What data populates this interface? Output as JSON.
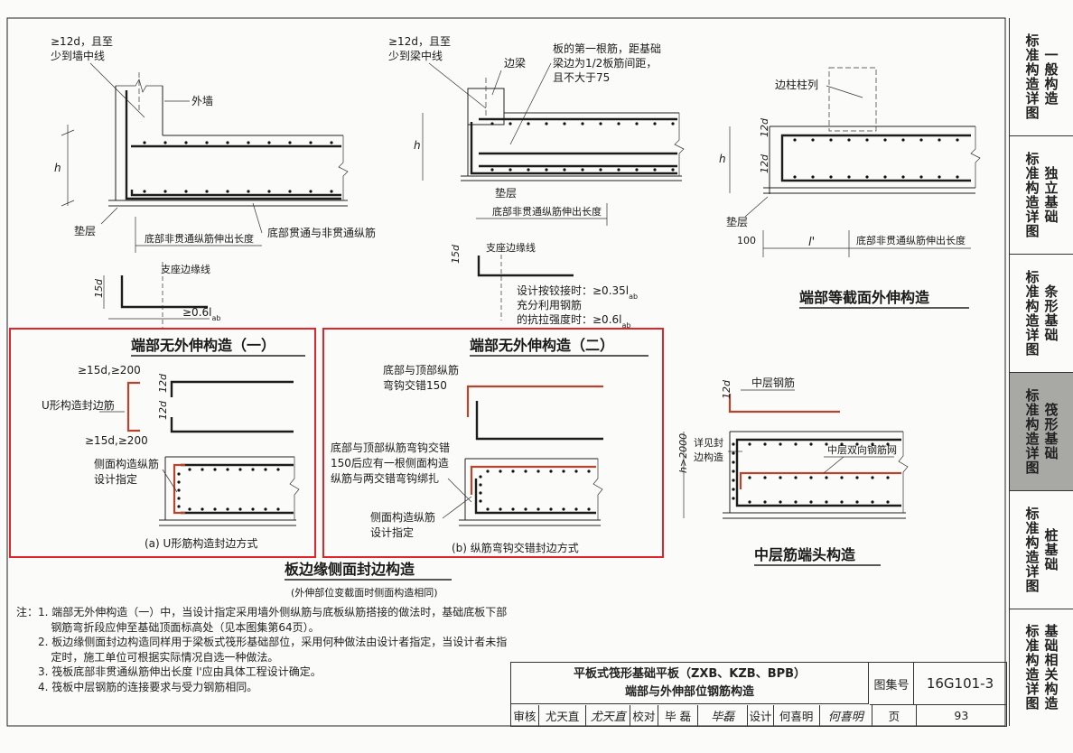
{
  "tabs": [
    {
      "left": "标准构造详图",
      "right": "一般构造",
      "active": false
    },
    {
      "left": "标准构造详图",
      "right": "独立基础",
      "active": false
    },
    {
      "left": "标准构造详图",
      "right": "条形基础",
      "active": false
    },
    {
      "left": "标准构造详图",
      "right": "筏形基础",
      "active": true
    },
    {
      "left": "标准构造详图",
      "right": "桩基础",
      "active": false
    },
    {
      "left": "标准构造详图",
      "right": "基础相关构造",
      "active": false
    }
  ],
  "d1": {
    "ann_wall_line": [
      "≥12d，且至",
      "少到墙中线"
    ],
    "outer_wall": "外墙",
    "h": "h",
    "cushion": "垫层",
    "bottom_non_through": "底部非贯通纵筋伸出长度",
    "bottom_through": "底部贯通与非贯通纵筋",
    "support_edge": "支座边缘线",
    "d15": "15d",
    "ge06": "≥0.6l",
    "ab": "ab"
  },
  "d2": {
    "ann_beam_line": [
      "≥12d，且至",
      "少到梁中线"
    ],
    "edge_beam": "边梁",
    "first_bar": [
      "板的第一根筋，距基础",
      "梁边为1/2板筋间距，",
      "且不大于75"
    ],
    "h": "h",
    "cushion": "垫层",
    "bottom_non_through": "底部非贯通纵筋伸出长度",
    "support_edge": "支座边缘线",
    "d15": "15d",
    "design_notes": [
      "设计按铰接时：≥0.35l",
      "充分利用钢筋",
      "的抗拉强度时：≥0.6l"
    ],
    "ab": "ab"
  },
  "d3": {
    "edge_col": "边柱柱列",
    "h": "h",
    "d12a": "12d",
    "d12b": "12d",
    "cushion": "垫层",
    "dim100": "100",
    "lprime": "l'",
    "bottom_non_through": "底部非贯通纵筋伸出长度",
    "title": "端部等截面外伸构造"
  },
  "boxA": {
    "title": "端部无外伸构造（一）",
    "ge_top": "≥15d,≥200",
    "u_label": "U形构造封边筋",
    "d12a": "12d",
    "d12b": "12d",
    "ge_bot": "≥15d,≥200",
    "side_bar": [
      "侧面构造纵筋",
      "设计指定"
    ],
    "caption": "(a)  U形筋构造封边方式"
  },
  "boxB": {
    "title": "端部无外伸构造（二）",
    "hook_note": [
      "底部与顶部纵筋",
      "弯钩交错150"
    ],
    "long_note": [
      "底部与顶部纵筋弯钩交错",
      "150后应有一根侧面构造",
      "纵筋与两交错弯钩绑扎"
    ],
    "side_bar": [
      "侧面构造纵筋",
      "设计指定"
    ],
    "caption": "(b)  纵筋弯钩交错封边方式"
  },
  "d4": {
    "mid_bar": "中层钢筋",
    "d12": "12d",
    "see_seal": [
      "详见封",
      "边构造"
    ],
    "mesh": "中层双向钢筋网",
    "h2000": "h>2000",
    "title": "中层筋端头构造"
  },
  "section_title": "板边缘侧面封边构造",
  "section_sub": "(外伸部位变截面时侧面构造相同)",
  "notes": {
    "lead": "注：",
    "items": [
      "1. 端部无外伸构造（一）中，当设计指定采用墙外侧纵筋与底板纵筋搭接的做法时，基础底板下部钢筋弯折段应伸至基础顶面标高处（见本图集第64页）。",
      "2. 板边缘侧面封边构造同样用于梁板式筏形基础部位，采用何种做法由设计者指定，当设计者未指定时，施工单位可根据实际情况自选一种做法。",
      "3. 筏板底部非贯通纵筋伸出长度 l'应由具体工程设计确定。",
      "4. 筏板中层钢筋的连接要求与受力钢筋相同。"
    ]
  },
  "titleblock": {
    "title1": "平板式筏形基础平板（ZXB、KZB、BPB）",
    "title2": "端部与外伸部位钢筋构造",
    "atlas_label": "图集号",
    "atlas_no": "16G101-3",
    "review": "审核",
    "review_name": "尤天直",
    "check": "校对",
    "check_name": "毕  磊",
    "design": "设计",
    "design_name": "何喜明",
    "page_label": "页",
    "page_no": "93"
  }
}
